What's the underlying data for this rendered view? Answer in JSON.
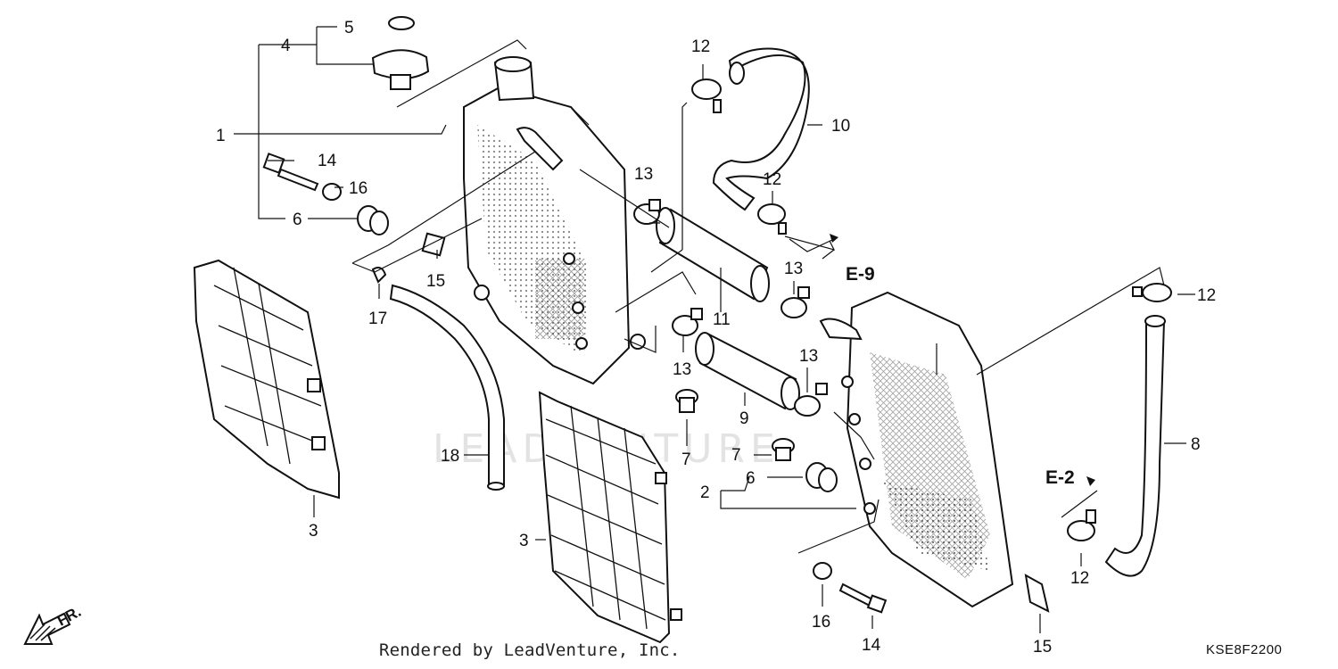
{
  "diagram": {
    "callouts": {
      "c1": "1",
      "c2": "2",
      "c3a": "3",
      "c3b": "3",
      "c4": "4",
      "c5": "5",
      "c6a": "6",
      "c6b": "6",
      "c7a": "7",
      "c7b": "7",
      "c8": "8",
      "c9": "9",
      "c10": "10",
      "c11": "11",
      "c12a": "12",
      "c12b": "12",
      "c12c": "12",
      "c12d": "12",
      "c13a": "13",
      "c13b": "13",
      "c13c": "13",
      "c13d": "13",
      "c14a": "14",
      "c14b": "14",
      "c15a": "15",
      "c15b": "15",
      "c16a": "16",
      "c16b": "16",
      "c17": "17",
      "c18": "18"
    },
    "refs": {
      "e9": "E-9",
      "e2": "E-2"
    },
    "direction_label": "FR.",
    "watermark": "LEADVENTURE",
    "footer_credit": "Rendered by LeadVenture, Inc.",
    "diagram_code": "KSE8F2200"
  }
}
